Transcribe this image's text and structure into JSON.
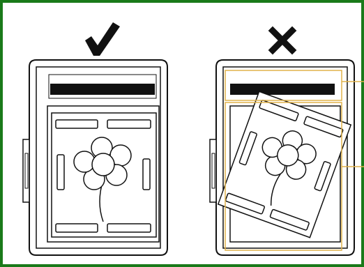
{
  "figure": {
    "frame_color": "#1a7a1a",
    "guide_color": "#e0b24a",
    "ink_color": "#111111",
    "panels": [
      {
        "id": "correct",
        "mark_icon": "checkmark-icon",
        "state": "correct placement"
      },
      {
        "id": "incorrect",
        "mark_icon": "cross-icon",
        "state": "incorrect placement"
      }
    ]
  }
}
